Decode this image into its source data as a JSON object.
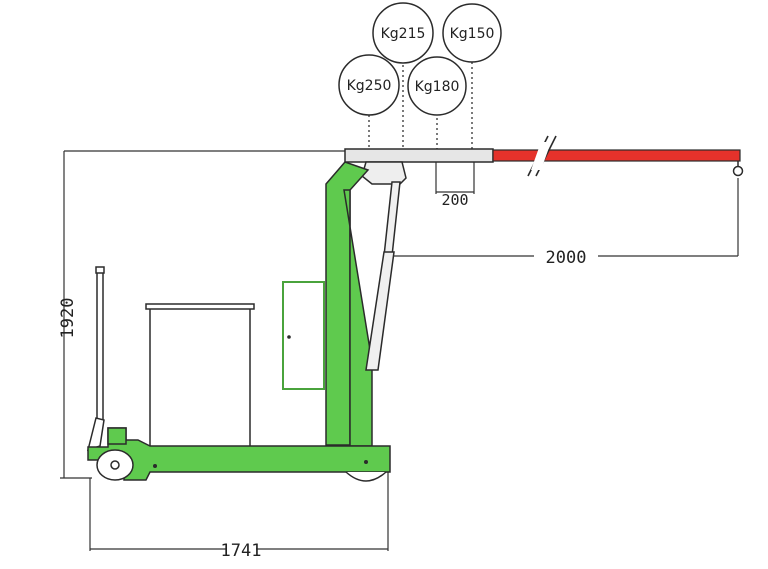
{
  "loads": [
    {
      "label": "Kg215"
    },
    {
      "label": "Kg150"
    },
    {
      "label": "Kg250"
    },
    {
      "label": "Kg180"
    }
  ],
  "dimensions": {
    "height": "1920",
    "length": "1741",
    "reach": "2000",
    "step": "200"
  },
  "colors": {
    "body": "#5fca4e",
    "boom": "#e5322b",
    "boom_base": "#e6e6e6",
    "line": "#2b2b2b"
  }
}
